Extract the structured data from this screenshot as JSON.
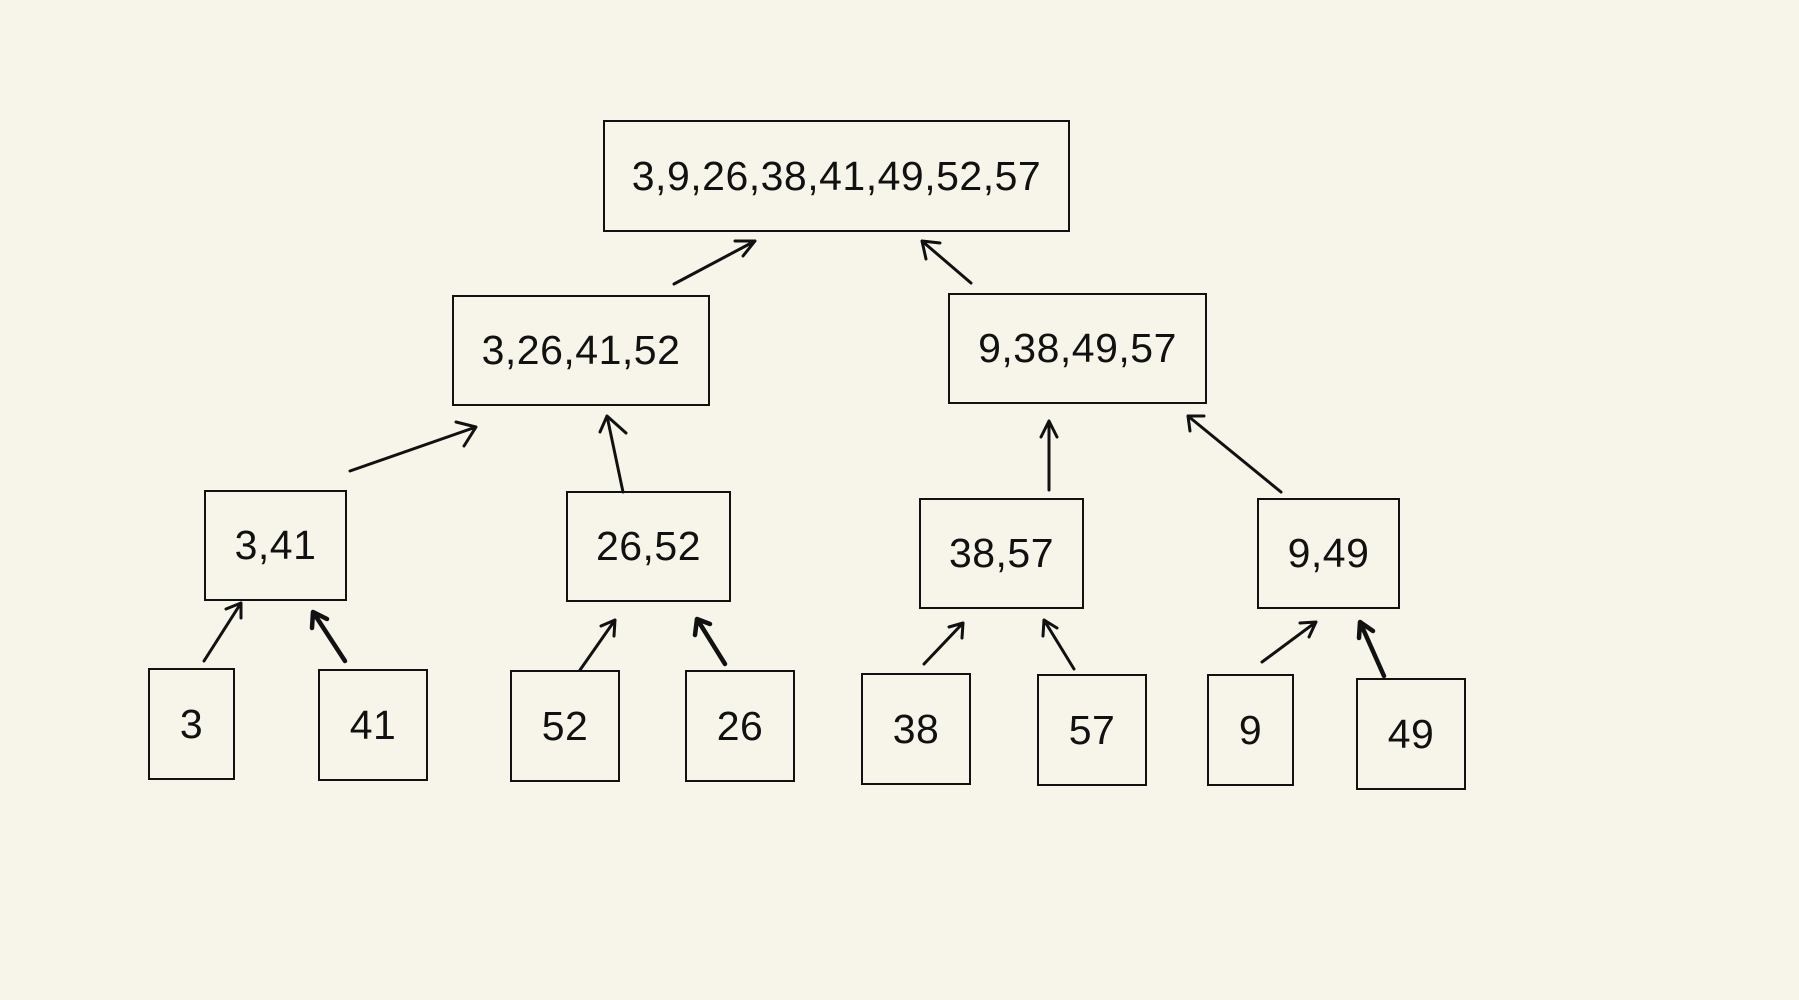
{
  "diagram": {
    "root": {
      "label": "3,9,26,38,41,49,52,57"
    },
    "level2": [
      {
        "label": "3,26,41,52"
      },
      {
        "label": "9,38,49,57"
      }
    ],
    "level3": [
      {
        "label": "3,41"
      },
      {
        "label": "26,52"
      },
      {
        "label": "38,57"
      },
      {
        "label": "9,49"
      }
    ],
    "leaves": [
      {
        "label": "3"
      },
      {
        "label": "41"
      },
      {
        "label": "52"
      },
      {
        "label": "26"
      },
      {
        "label": "38"
      },
      {
        "label": "57"
      },
      {
        "label": "9"
      },
      {
        "label": "49"
      }
    ],
    "colors": {
      "background": "#f7f5e9",
      "stroke": "#111111"
    }
  }
}
